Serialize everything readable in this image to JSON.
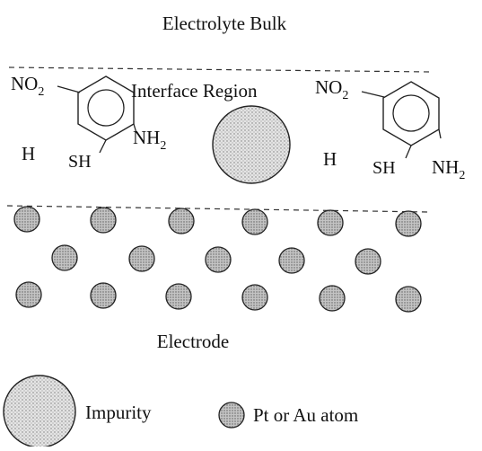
{
  "labels": {
    "bulk": "Electrolyte Bulk",
    "interface": "Interface Region",
    "electrode": "Electrode",
    "impurity": "Impurity",
    "atom": "Pt or Au atom"
  },
  "molecule": {
    "no2_base": "NO",
    "no2_sub": "2",
    "nh2_base": "NH",
    "nh2_sub": "2",
    "sh": "SH",
    "h": "H"
  },
  "legend": {
    "items": [
      "impurity",
      "atom"
    ]
  },
  "colors": {
    "stroke": "#222222",
    "atom_fill": "#bdbdbd",
    "impurity_fill": "#d6d6d6",
    "dash": "#333333"
  }
}
